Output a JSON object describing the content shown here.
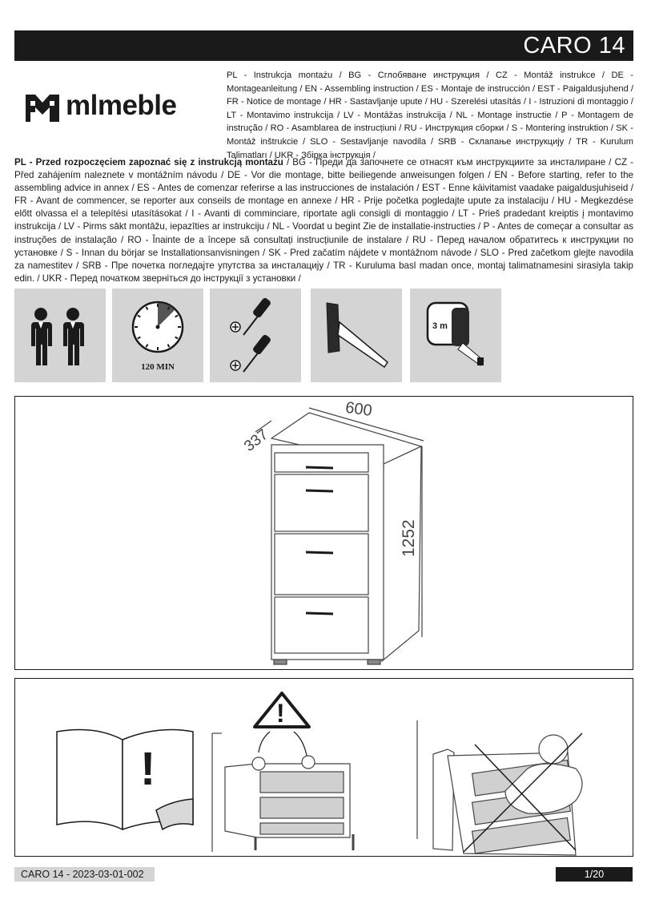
{
  "header": {
    "product_title": "CARO 14"
  },
  "brand": {
    "name": "mlmeble"
  },
  "languages_text": "PL - Instrukcja montażu / BG - Сглобяване инструкция / CZ - Montáž instrukce / DE - Montageanleitung / EN - Assembling instruction / ES - Montaje de instrucción / EST - Paigaldusjuhend / FR - Notice de montage / HR - Sastavljanje upute / HU - Szerelési utasítás / I - Istruzioni di montaggio / LT - Montavimo instrukcija / LV - Montāžas instrukcija / NL - Montage instructie / P - Montagem de instrução / RO - Asamblarea de instrucțiuni / RU - Инструкция сборки / S - Montering instruktion / SK - Montáž inštrukcie / SLO - Sestavljanje navodila / SRB - Склапање инструкцију / TR - Kurulum Talimatları / UKR - Збірка інструкція /",
  "intro": {
    "bold": "PL - Przed rozpoczęciem zapoznać się z instrukcją montażu",
    "rest": " / BG - Преди да започнете се отнасят към инструкциите за инсталиране / CZ - Před zahájením naleznete v montážním návodu / DE - Vor die montage, bitte beiliegende anweisungen folgen / EN - Before starting, refer to the assembling advice in annex / ES - Antes de comenzar referirse a las instrucciones de instalación / EST - Enne käivitamist vaadake paigaldusjuhiseid / FR - Avant de commencer, se reporter aux conseils de montage en annexe / HR - Prije početka pogledajte upute za instalaciju / HU - Megkezdése előtt olvassa el a telepítési utasításokat / I - Avanti di comminciare, riportate agli consigli di montaggio / LT - Prieš pradedant kreiptis į montavimo instrukcija / LV - Pirms sākt montāžu, iepazīties ar instrukciju / NL - Voordat u begint Zie de installatie-instructies / P - Antes de começar a consultar as instruções de instalação / RO - Înainte de a începe să consultați instrucțiunile de instalare / RU - Перед началом обратитесь к инструкции по установке / S - Innan du börjar se Installationsanvisningen / SK - Pred začatím nájdete v montážnom návode / SLO - Pred začetkom glejte navodila za namestitev / SRB - Пре почетка погледајте упутства за инсталацију / TR - Kuruluma basl madan once, montaj talimatnamesini sirasiyla takip edin. / UKR - Перед початком зверніться до інструкції з установки /"
  },
  "requirements": {
    "time_label": "120 MIN",
    "tape_label": "3 m",
    "time_fraction": 0.125
  },
  "dimensions": {
    "width": "600",
    "depth": "337",
    "height": "1252"
  },
  "footer": {
    "doc_code": "CARO 14 - 2023-03-01-002",
    "page": "1/20"
  }
}
